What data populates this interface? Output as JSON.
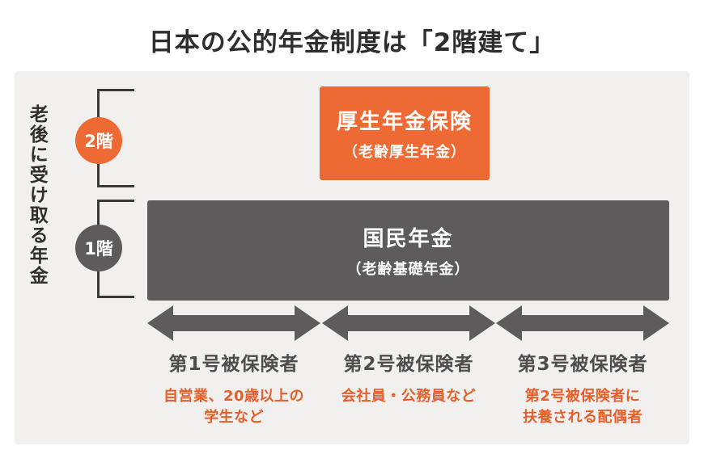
{
  "title": "日本の公的年金制度は「2階建て」",
  "side_label": "老後に受け取る年金",
  "colors": {
    "orange": "#ee6a34",
    "gray": "#5d5b5b",
    "panel": "#f1f0ee",
    "accent_text": "#e55f2a",
    "bracket": "#3a3a3a",
    "title_text": "#2f2d2d",
    "label_text": "#4e4c4c"
  },
  "tiers": [
    {
      "badge": "2階",
      "box_title": "厚生年金保険",
      "box_subtitle": "（老齢厚生年金）"
    },
    {
      "badge": "1階",
      "box_title": "国民年金",
      "box_subtitle": "（老齢基礎年金）"
    }
  ],
  "categories": [
    {
      "label": "第1号被保険者",
      "description": "自営業、20歳以上の\n学生など"
    },
    {
      "label": "第2号被保険者",
      "description": "会社員・公務員など"
    },
    {
      "label": "第3号被保険者",
      "description": "第2号被保険者に\n扶養される配偶者"
    }
  ]
}
